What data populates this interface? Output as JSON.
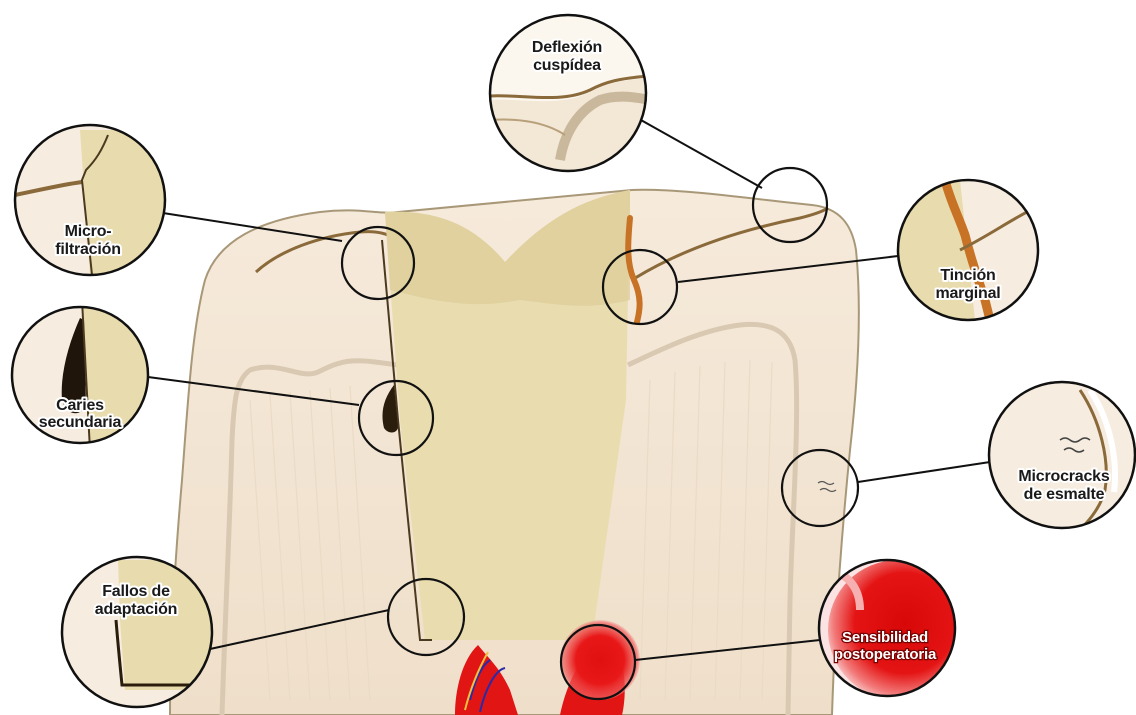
{
  "labels": {
    "deflexion": [
      "Deflexión",
      "cuspídea"
    ],
    "microfiltracion": [
      "Micro-",
      "filtración"
    ],
    "tincion": [
      "Tinción",
      "marginal"
    ],
    "caries": [
      "Caries",
      "secundaria"
    ],
    "microcracks": [
      "Microcracks",
      "de esmalte"
    ],
    "fallos": [
      "Fallos de",
      "adaptación"
    ],
    "sensibilidad": [
      "Sensibilidad",
      "postoperatoria"
    ]
  },
  "colors": {
    "tooth": "#f3e7d6",
    "tooth_outline": "#9a8a72",
    "restoration": "#e8dcae",
    "stain": "#c77a2a",
    "pulp_red": "#e01010",
    "leader": "#111111"
  }
}
